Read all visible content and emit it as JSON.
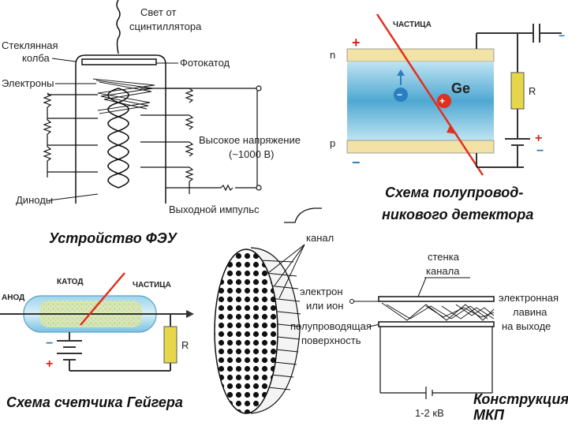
{
  "pmt": {
    "light_label": "Свет от сцинтиллятора",
    "light_line1": "Свет от",
    "light_line2": "сцинтиллятора",
    "glass_line1": "Стеклянная",
    "glass_line2": "колба",
    "photocathode": "Фотокатод",
    "electrons": "Электроны",
    "hv_line1": "Высокое напряжение",
    "hv_line2": "(~1000 В)",
    "dynodes": "Диноды",
    "output_pulse": "Выходной импульс",
    "caption": "Устройство ФЭУ"
  },
  "semi": {
    "particle": "ЧАСТИЦА",
    "n_label": "n",
    "p_label": "p",
    "ge_label": "Ge",
    "r_label": "R",
    "plus": "+",
    "minus": "−",
    "caption_line1": "Схема полупровод-",
    "caption_line2": "никового детектора"
  },
  "geiger": {
    "anode": "АНОД",
    "cathode": "КАТОД",
    "particle": "ЧАСТИЦА",
    "r_label": "R",
    "plus": "+",
    "minus": "−",
    "caption": "Схема счетчика Гейгера"
  },
  "mcp": {
    "channel": "канал",
    "wall_line1": "стенка",
    "wall_line2": "канала",
    "electron_line1": "электрон",
    "electron_line2": "или ион",
    "avalanche_line1": "электронная",
    "avalanche_line2": "лавина",
    "avalanche_line3": "на выходе",
    "surface_line1": "полупроводящая",
    "surface_line2": "поверхность",
    "voltage": "1-2 кВ",
    "caption_line1": "Конструкция",
    "caption_line2": "МКП"
  },
  "colors": {
    "particle_track": "#e0301e",
    "crystal_blue": "#5ab4d8",
    "electrode_tan": "#f2dfa0",
    "resistor_yellow": "#e7d64a",
    "plus_red": "#d9261c",
    "minus_blue": "#2a7fc1"
  }
}
